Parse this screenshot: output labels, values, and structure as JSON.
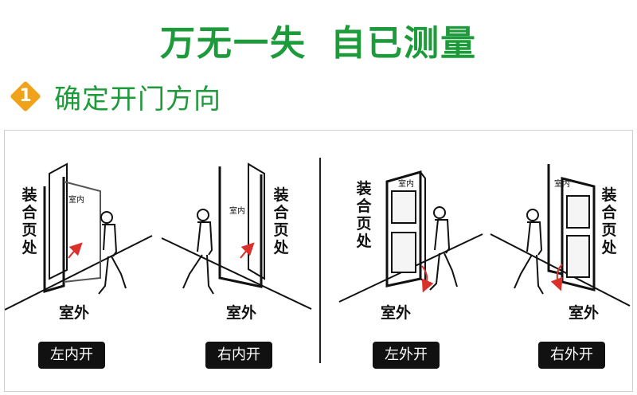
{
  "header": {
    "title_left": "万无一失",
    "title_right": "自已测量"
  },
  "step": {
    "number": "1",
    "title": "确定开门方向",
    "badge_color": "#f1a21b",
    "title_color": "#1d9a3a"
  },
  "diagrams": [
    {
      "hinge_label": "装合页处",
      "indoor_label": "室内",
      "outdoor_label": "室外",
      "caption": "左内开"
    },
    {
      "hinge_label": "装合页处",
      "indoor_label": "室内",
      "outdoor_label": "室外",
      "caption": "右内开"
    },
    {
      "hinge_label": "装合页处",
      "indoor_label": "室内",
      "outdoor_label": "室外",
      "caption": "左外开"
    },
    {
      "hinge_label": "装合页处",
      "indoor_label": "室内",
      "outdoor_label": "室外",
      "caption": "右外开"
    }
  ],
  "colors": {
    "arrow": "#d9302b",
    "ink": "#111111"
  }
}
